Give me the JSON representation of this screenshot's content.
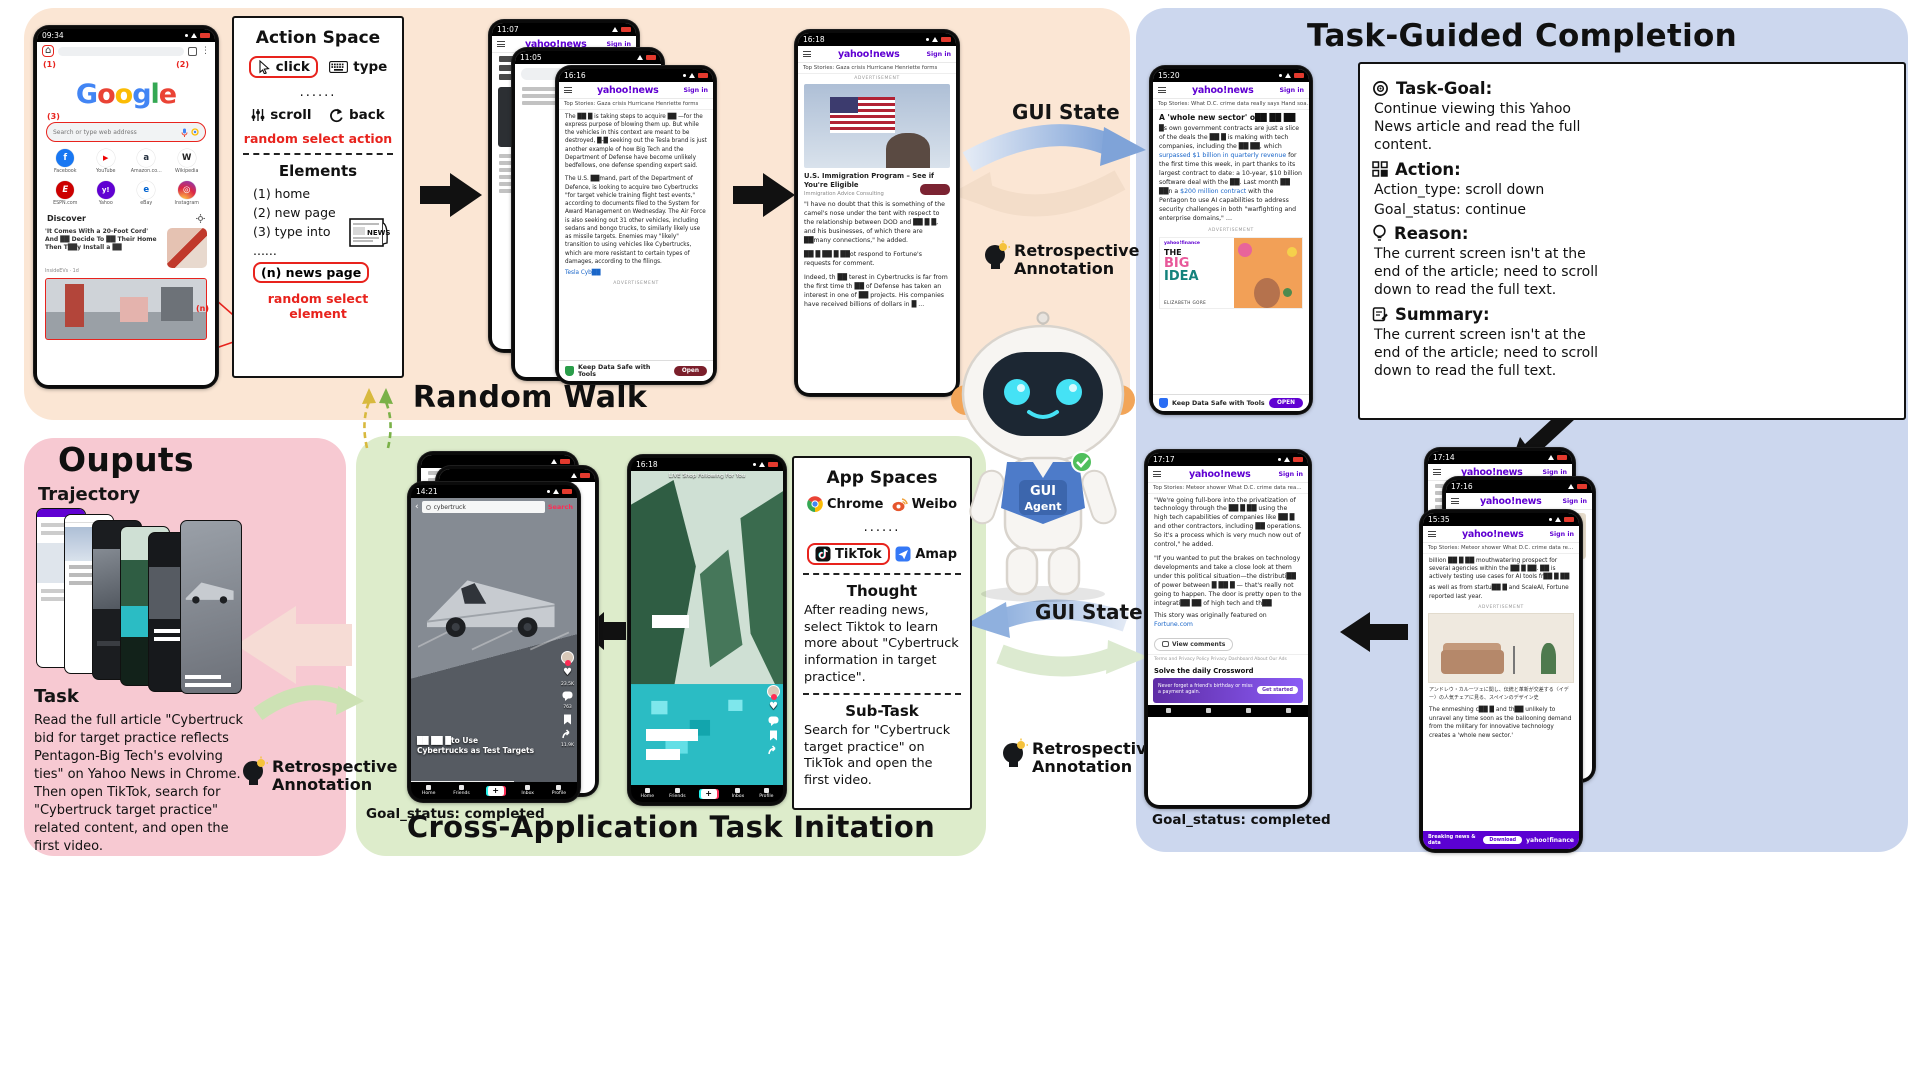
{
  "panels": {
    "random_walk": {
      "title": "Random Walk"
    },
    "task_guided": {
      "title": "Task-Guided Completion"
    },
    "outputs": {
      "title": "Ouputs"
    },
    "cross_app": {
      "title": "Cross-Application Task Initation"
    }
  },
  "labels": {
    "gui_state": "GUI State",
    "retro_line1": "Retrospective",
    "retro_line2": "Annotation",
    "goal_completed": "Goal_status: completed",
    "trajectory": "Trajectory",
    "task_heading": "Task"
  },
  "robot": {
    "line1": "GUI",
    "line2": "Agent"
  },
  "yahoo": {
    "logo": "yahoo!news",
    "sign_in": "Sign in"
  },
  "chrome_phone": {
    "time": "09:34",
    "ann1": "(1)",
    "ann2": "(2)",
    "ann3": "(3)",
    "annN": "(n)",
    "logo_letters": [
      "G",
      "o",
      "o",
      "g",
      "l",
      "e"
    ],
    "search_placeholder": "Search or type web address",
    "shortcuts": [
      {
        "icon": "f",
        "label": "Facebook"
      },
      {
        "icon": "▶",
        "label": "YouTube"
      },
      {
        "icon": "a",
        "label": "Amazon.co..."
      },
      {
        "icon": "W",
        "label": "Wikipedia"
      },
      {
        "icon": "E",
        "label": "ESPN.com"
      },
      {
        "icon": "y!",
        "label": "Yahoo"
      },
      {
        "icon": "e",
        "label": "eBay"
      },
      {
        "icon": "◎",
        "label": "Instagram"
      }
    ],
    "discover": "Discover",
    "feed_title": "'It Comes With a 20-Foot Cord' And ██ Decide To ██ Their Home Then T██y Install a ██",
    "feed_source": "InsideEVs · 1d"
  },
  "action_space": {
    "title": "Action Space",
    "click": "click",
    "type": "type",
    "scroll": "scroll",
    "back": "back",
    "dots1": "......",
    "random_action": "random select action",
    "elements_title": "Elements",
    "el1": "(1) home",
    "el2": "(2) new page",
    "el3": "(3) type into",
    "dots2": "......",
    "eln": "(n) news page",
    "random_element": "random select element",
    "news_label": "NEWS"
  },
  "trio": {
    "timeA": "11:07",
    "timeB": "11:05",
    "timeC": "16:16",
    "top_stories": "Top Stories: Gaza crisis    Hurricane Henriette forms",
    "p1": "The ██ █ is taking steps to acquire ██ —for the express purpose of blowing them up. But while the vehicles in this context are meant to be destroyed, █-█ seeking out the Tesla brand is just another example of how Big Tech and the Department of Defense have become unlikely bedfellows, one defense spending expert said.",
    "p2": "The U.S. ██mand, part of the Department of Defence, is looking to acquire two Cybertrucks \"for target vehicle training flight test events,\" according to documents filed to the System for Award Management on Wednesday. The Air Force is also seeking out 31 other vehicles, including sedans and bongo trucks, to similarly likely use as missile targets. Enemies may \"likely\" transition to using vehicles like Cybertrucks, which are more resistant to certain types of damages, according to the filings.",
    "link": "Tesla Cyb██",
    "ad_label": "ADVERTISEMENT",
    "ad_text": "Keep Data Safe with Tools",
    "ad_btn": "Open"
  },
  "yahoo_phone": {
    "time": "16:18",
    "top_stories": "Top Stories: Gaza crisis    Hurricane Henriette forms",
    "ad_label": "ADVERTISEMENT",
    "ad_title": "U.S. Immigration Program – See if You're Eligible",
    "ad_sub": "Immigration Advice Consulting",
    "p1": "\"I have no doubt that this is something of the camel's nose under the tent with respect to the relationship between DOD and ██ █ █, and his businesses, of which there are ██many connections,\" he added.",
    "p2": "██ █ ██ █ ██ot respond to Fortune's requests for comment.",
    "p3": "Indeed, th ██ terest in Cybertrucks is far from the first time th ██ of Defense has taken an interest in one of ██ projects. His companies have received billions of dollars in █ ..."
  },
  "task_box": {
    "goal_title": "Task-Goal:",
    "goal_text": "Continue viewing this Yahoo News article and read the full content.",
    "action_title": "Action:",
    "action_type": "Action_type: scroll down",
    "goal_status": "Goal_status: continue",
    "reason_title": "Reason:",
    "reason_text": "The current screen isn't at the end of the article; need to scroll down to read the full text.",
    "summary_title": "Summary:",
    "summary_text": "The current screen isn't at the end of the article; need to scroll down to read the full text."
  },
  "blue_top_phone": {
    "time": "15:20",
    "top_stories": "Top Stories: What D.C. crime data really says    Hand soa…",
    "headline": "A 'whole new sector' o██ ██ ██",
    "p1a": "█s own government contracts are just a slice of the deals the ██ █ is making with tech companies, including the ██ ██, which ",
    "p1_link1": "surpassed $1 billion in quarterly revenue",
    "p1b": " for the first time this week, in part thanks to its largest contract to date: a 10-year, $10 billion software deal with the ██. Last month ██ ██n a ",
    "p1_link2": "$200 million contract",
    "p1c": " with the Pentagon to use AI capabilities to address security challenges in both \"warfighting and enterprise domains,\" …",
    "ad_label": "ADVERTISEMENT",
    "ad_brand": "yahoo!finance",
    "ad_line1": "THE",
    "ad_line2": "BIG",
    "ad_line3": "IDEA",
    "ad_person": "ELIZABETH GORE",
    "banner_text": "Keep Data Safe with Tools",
    "banner_btn": "OPEN"
  },
  "blue_bottom_phone": {
    "time": "17:17",
    "top_stories": "Top Stories: Meteor shower    What D.C. crime data rea…",
    "p1": "\"We're going full-bore into the privatization of technology through the ██ █ ██ using the high tech capabilities of companies like ██ █ and other contractors, including ██ operations. So it's a process which is very much now out of control,\" he added.",
    "p2": "\"If you wanted to put the brakes on technology developments and take a close look at them under this political situation—the distributi██ of power between █ ██ █ — that's really not going to happen. The door is pretty open to the integrati██ ██ of high tech and th██",
    "p3a": "This story was originally featured on ",
    "p3_link": "Fortune.com",
    "comments": "View comments",
    "footer": "Terms and Privacy Policy    Privacy Dashboard    About Our Ads",
    "crossword": "Solve the daily Crossword",
    "promo_text": "Never forget a friend's birthday or miss a payment again.",
    "promo_btn": "Get started"
  },
  "blue_stack": {
    "time1": "17:14",
    "time2": "17:16",
    "time3": "15:35",
    "top_stories": "Top Stories: Meteor shower    What D.C. crime data re…",
    "p1": "billion ██ █ ██ mouthwatering prospect for several agencies within the ██ █ ██. ██ is actively testing use cases for AI tools fr██ █ ██",
    "p2": "as well as from startu██ █ and ScaleAI, Fortune reported last year.",
    "ad_label": "ADVERTISEMENT",
    "ad_caption": "アンドレウ・カルーツェに関し、伝統と革新が交差する〈イデー〉の人気チェアに見る、スペインのデザイン史",
    "p3": "The enmeshing c██ █ and th██ unlikely to unravel any time soon as the ballooning demand from the military for innovative technology creates a 'whole new sector.'",
    "banner_left": "Breaking news & data",
    "banner_btn": "Download",
    "banner_brand": "yahoo!finance"
  },
  "tiktok": {
    "nav": [
      "Home",
      "Friends",
      "Inbox",
      "Profile"
    ],
    "plus": "+"
  },
  "tiktok_cyber": {
    "time": "14:21",
    "search_query": "cybertruck",
    "search_btn": "Search",
    "caption1": "██ ██ █to Use",
    "caption2": "Cybertrucks as Test Targets",
    "likes": "23.5K",
    "comments": "763",
    "shares": "11.9K"
  },
  "tiktok_island": {
    "time": "16:18",
    "tabs": "LIVE    Shop    Following    For You"
  },
  "app_spaces": {
    "title": "App Spaces",
    "chrome": "Chrome",
    "weibo": "Weibo",
    "tiktok": "TikTok",
    "amap": "Amap",
    "dots": "......",
    "thought_title": "Thought",
    "thought_text": "After reading news, select Tiktok to learn more about \"Cybertruck information in target practice\".",
    "subtask_title": "Sub-Task",
    "subtask_text": "Search for \"Cybertruck target practice\" on TikTok and open the first video."
  },
  "outputs": {
    "task_text": "Read the full article \"Cybertruck bid for target practice reflects Pentagon-Big Tech's evolving ties\" on Yahoo News in Chrome. Then open TikTok, search for \"Cybertruck target practice\" related content, and open the first video."
  }
}
